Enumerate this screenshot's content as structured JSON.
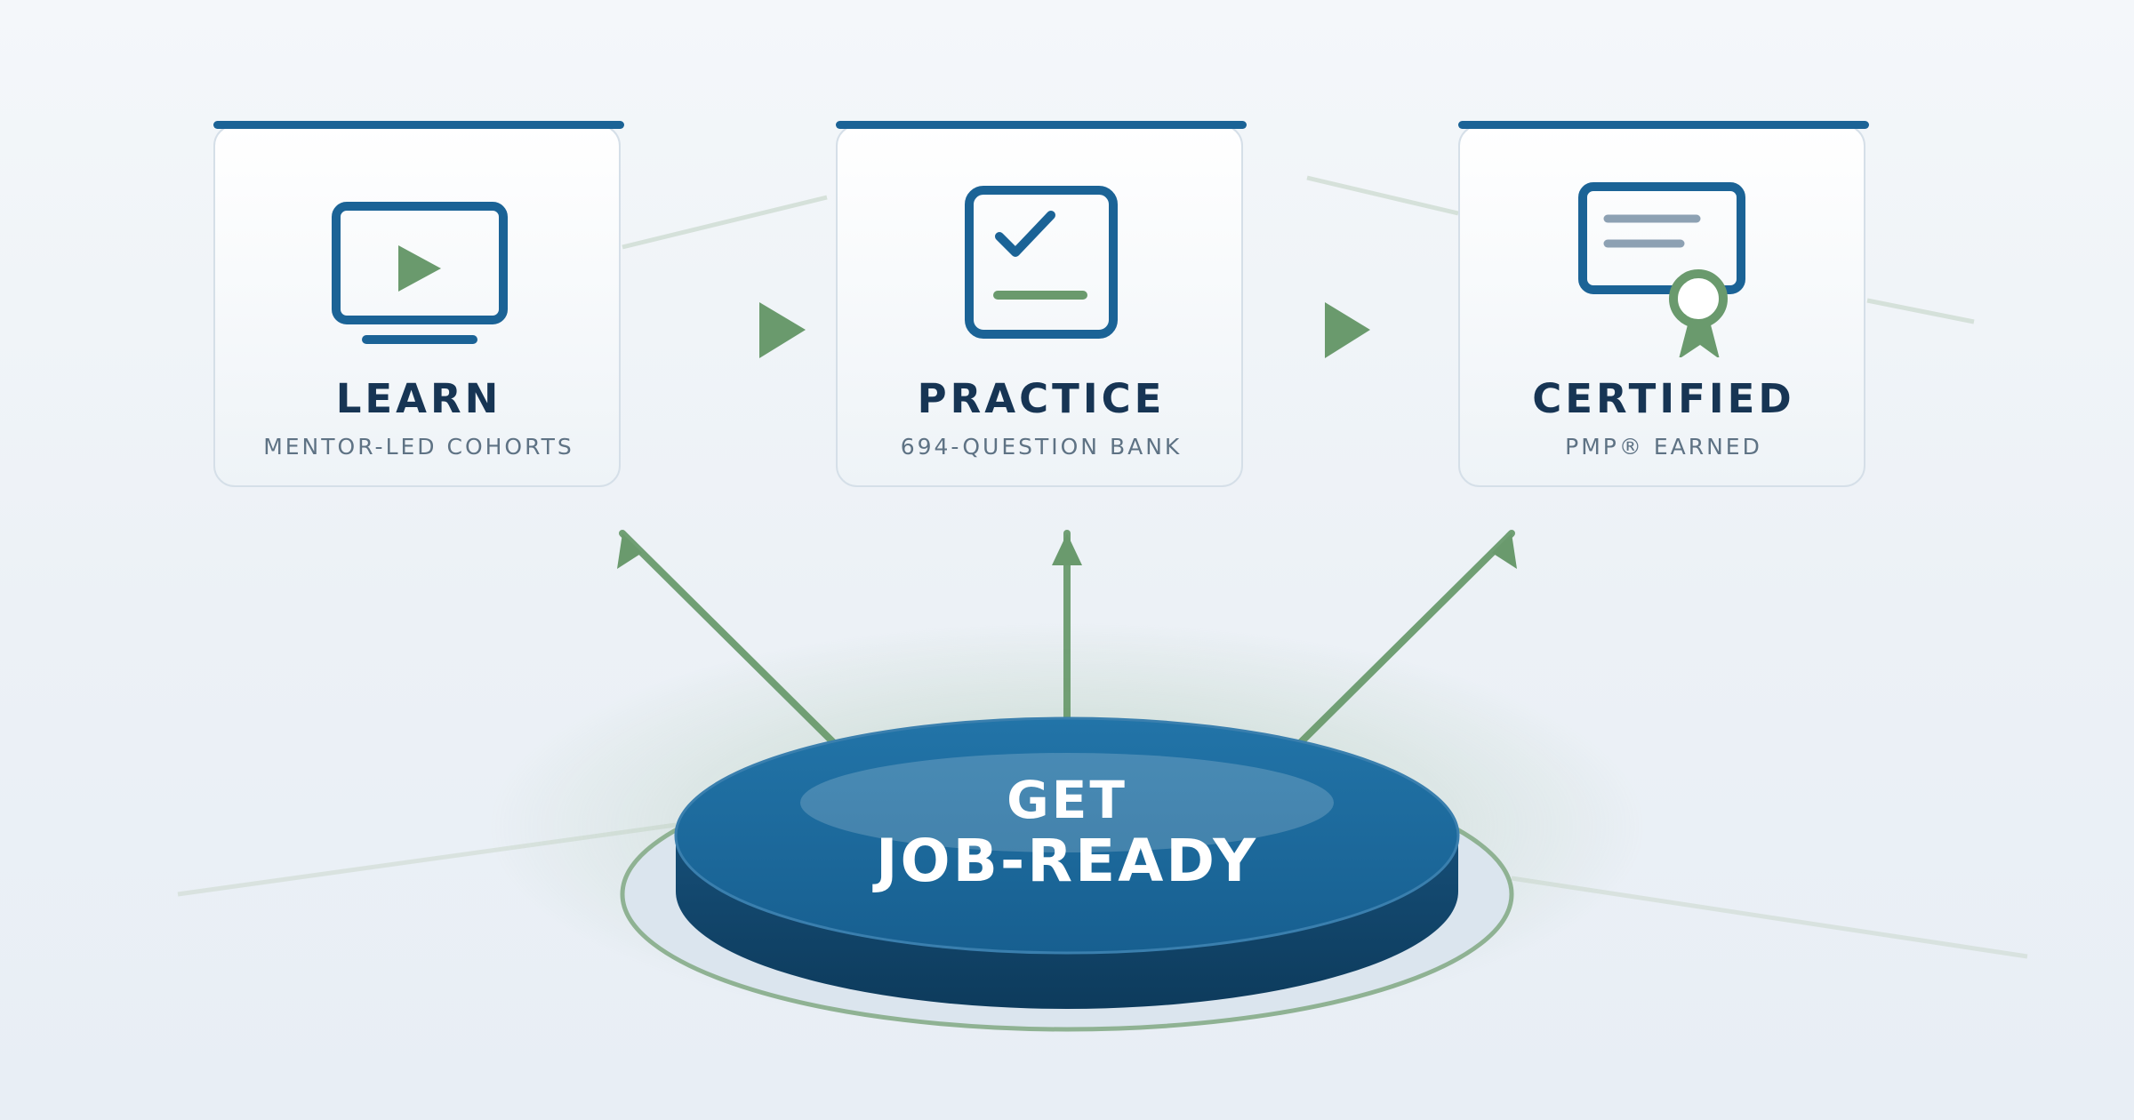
{
  "steps": [
    {
      "id": "learn",
      "title": "LEARN",
      "subtitle": "MENTOR-LED COHORTS",
      "icon": "monitor-play-icon"
    },
    {
      "id": "practice",
      "title": "PRACTICE",
      "subtitle": "694-QUESTION BANK",
      "icon": "checklist-icon"
    },
    {
      "id": "certified",
      "title": "CERTIFIED",
      "subtitle": "PMP® EARNED",
      "icon": "certificate-icon"
    }
  ],
  "hub": {
    "line1": "GET",
    "line2": "JOB-READY"
  },
  "colors": {
    "primary": "#1b6396",
    "accent": "#6a9a6d",
    "title": "#173554",
    "subtitle": "#5e7284",
    "hub_dark": "#0f3f62"
  }
}
